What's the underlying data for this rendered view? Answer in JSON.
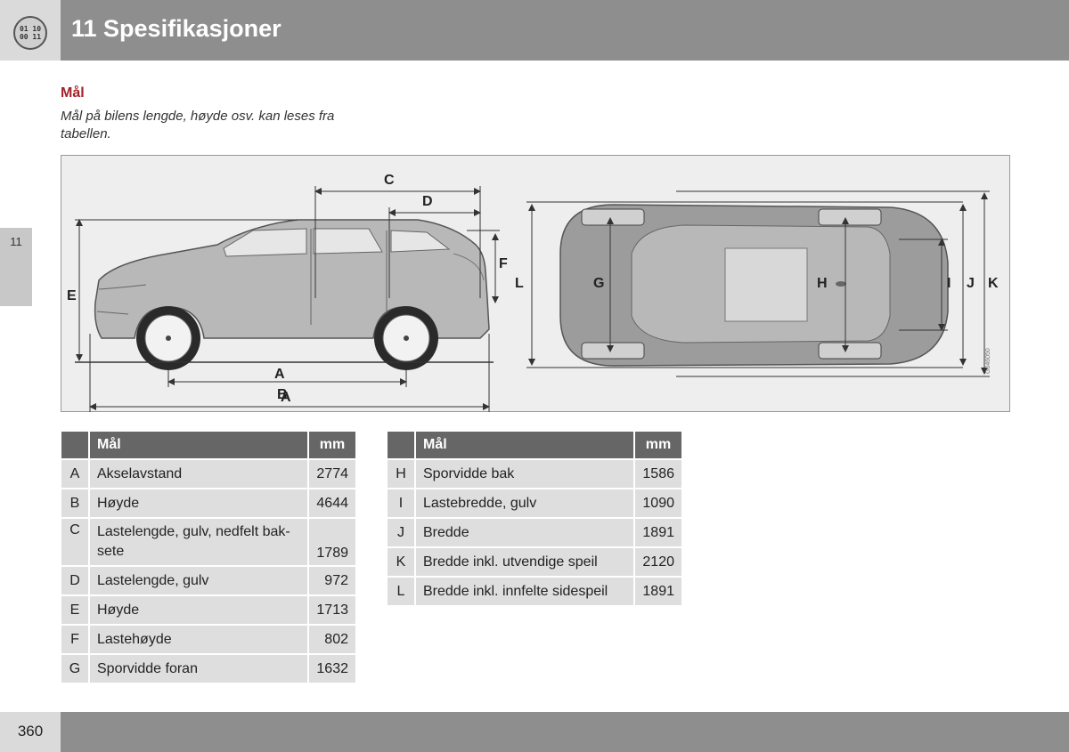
{
  "header": {
    "chapter_icon_lines": [
      "01 10",
      "00 11"
    ],
    "title": "11 Spesifikasjoner"
  },
  "side_tab": {
    "label": "11"
  },
  "section": {
    "title": "Mål",
    "intro": "Mål på bilens lengde, høyde osv. kan leses fra tabellen."
  },
  "figure": {
    "code": "G046050",
    "labels": [
      "A",
      "B",
      "C",
      "D",
      "E",
      "F",
      "G",
      "H",
      "I",
      "J",
      "K",
      "L"
    ]
  },
  "table_left": {
    "headers": {
      "letter": "",
      "desc": "Mål",
      "value": "mm"
    },
    "rows": [
      {
        "letter": "A",
        "desc": "Akselavstand",
        "value": "2774"
      },
      {
        "letter": "B",
        "desc": "Høyde",
        "value": "4644"
      },
      {
        "letter": "C",
        "desc": "Lastelengde, gulv, nedfelt bak-sete",
        "value": "1789"
      },
      {
        "letter": "D",
        "desc": "Lastelengde, gulv",
        "value": "972"
      },
      {
        "letter": "E",
        "desc": "Høyde",
        "value": "1713"
      },
      {
        "letter": "F",
        "desc": "Lastehøyde",
        "value": "802"
      },
      {
        "letter": "G",
        "desc": "Sporvidde foran",
        "value": "1632"
      }
    ]
  },
  "table_right": {
    "headers": {
      "letter": "",
      "desc": "Mål",
      "value": "mm"
    },
    "rows": [
      {
        "letter": "H",
        "desc": "Sporvidde bak",
        "value": "1586"
      },
      {
        "letter": "I",
        "desc": "Lastebredde, gulv",
        "value": "1090"
      },
      {
        "letter": "J",
        "desc": "Bredde",
        "value": "1891"
      },
      {
        "letter": "K",
        "desc": "Bredde inkl. utvendige speil",
        "value": "2120"
      },
      {
        "letter": "L",
        "desc": "Bredde inkl. innfelte sidespeil",
        "value": "1891"
      }
    ]
  },
  "footer": {
    "page_number": "360"
  }
}
